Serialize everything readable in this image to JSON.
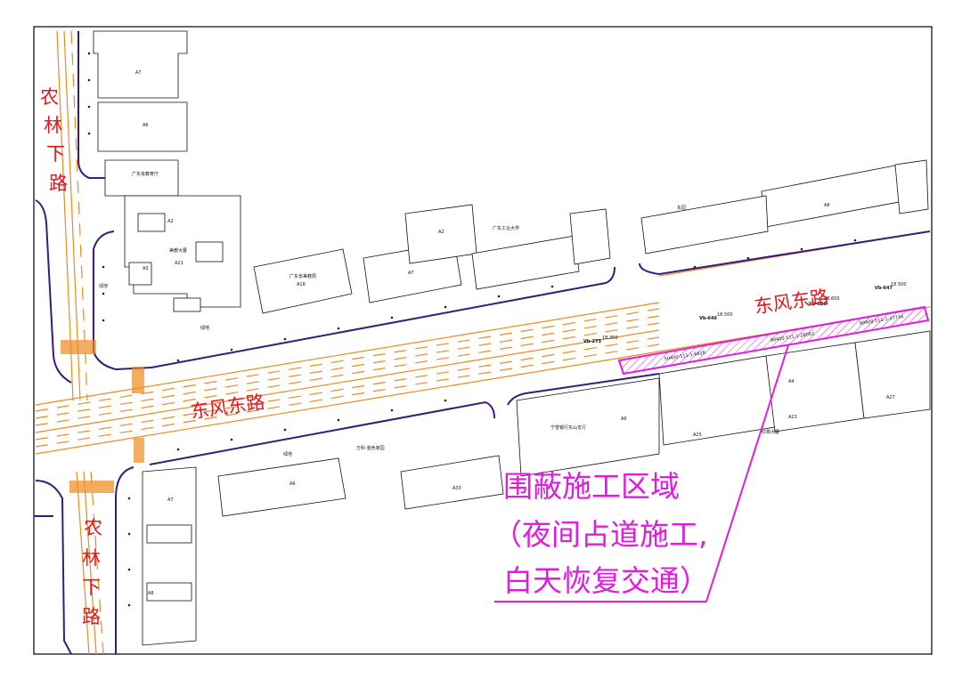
{
  "map": {
    "background": "#ffffff",
    "colors": {
      "road_name_red": "#e8131c",
      "lane_orange": "#f08a1c",
      "curb_purple": "#3a1a7a",
      "work_zone_magenta": "#e21be0"
    },
    "roads": {
      "dongfeng_main": "东风东路",
      "dongfeng_right": "东风东路",
      "nonglin_upper": [
        "农",
        "林",
        "下",
        "路"
      ],
      "nonglin_lower": [
        "农",
        "林",
        "下",
        "路"
      ]
    },
    "callout": {
      "line1": "围蔽施工区域",
      "line2": "（夜间占道施工,",
      "line3": "白天恢复交通）"
    },
    "buildings": {
      "a7_top": "A7",
      "a6_top": "A6",
      "edu_dept": "广东省教育厅",
      "mei_dasha": "美教大厦",
      "a21": "A21",
      "a3": "A3",
      "a2": "A2",
      "art_bureau": "广东省美教局",
      "a18": "A18",
      "a7_mid": "A7",
      "gd_univ": "广东工业大学",
      "a2_mid": "A2",
      "a8_right": "A8",
      "a4": "A4",
      "a27": "A27",
      "a23": "A23",
      "a25": "A25",
      "rex_dasha": "红棉大厦",
      "bank": "宁雪银行东山支行",
      "a6_bot": "A6",
      "a6_low": "A6",
      "a33": "A33",
      "a7_bot": "A7",
      "a8_bot": "A8",
      "vanke": "万科·金色家园",
      "green1": "绿地",
      "green2": "绿地",
      "green3": "绿地",
      "east_gate": "东园"
    },
    "survey_points": {
      "p1": "Vb-273",
      "p1_val": "18.350",
      "p2": "Vb-646",
      "p2_val": "18.500",
      "p3": "Vb-646",
      "p3_val": "18.600",
      "p4": "Vb-647",
      "p4_val": "18.500",
      "seg1": "50400-511-1-6628",
      "seg2": "90400-511-1-28062",
      "seg3": "90400-511-1-37734"
    }
  }
}
